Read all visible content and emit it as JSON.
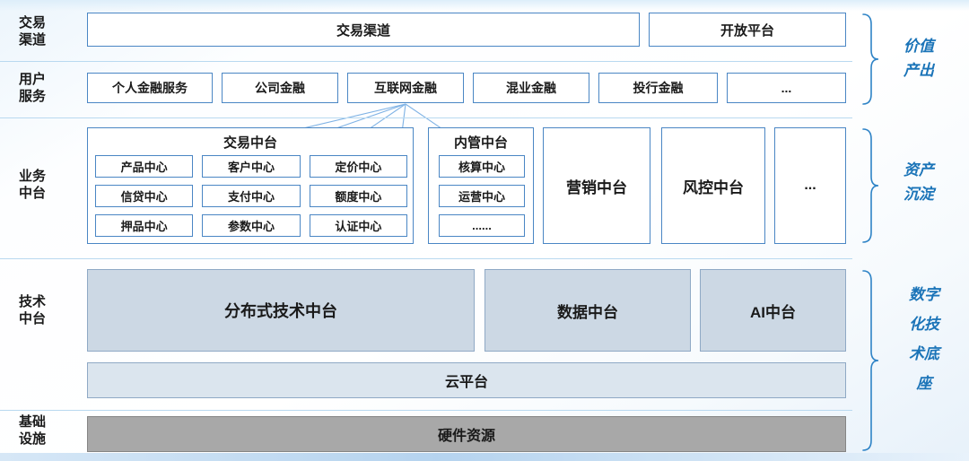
{
  "left_labels": {
    "channels": "交易\n渠道",
    "user_services": "用户\n服务",
    "business": "业务\n中台",
    "tech": "技术\n中台",
    "infra": "基础\n设施"
  },
  "channel_row": {
    "trading_channel": "交易渠道",
    "open_platform": "开放平台"
  },
  "user_services": [
    "个人金融服务",
    "公司金融",
    "互联网金融",
    "混业金融",
    "投行金融",
    "..."
  ],
  "business": {
    "trading_group": {
      "title": "交易中台",
      "cells": [
        "产品中心",
        "客户中心",
        "定价中心",
        "信贷中心",
        "支付中心",
        "额度中心",
        "押品中心",
        "参数中心",
        "认证中心"
      ]
    },
    "internal_group": {
      "title": "内管中台",
      "cells": [
        "核算中心",
        "运营中心",
        "......"
      ]
    },
    "marketing": "营销中台",
    "risk": "风控中台",
    "more": "..."
  },
  "tech": {
    "distributed": "分布式技术中台",
    "data": "数据中台",
    "ai": "AI中台",
    "cloud": "云平台"
  },
  "infra": {
    "hardware": "硬件资源"
  },
  "annotations": {
    "value_output": "价值\n产出",
    "asset": "资产\n沉淀",
    "digital_base": "数字\n化技\n术底\n座"
  },
  "colors": {
    "box_border": "#4a86c4",
    "annotation_blue": "#1b74b8",
    "connector_blue": "#7fb2e5",
    "tech_fill": "#ccd8e4",
    "cloud_fill": "#dbe5ee",
    "hardware_fill": "#a8a8a8"
  }
}
